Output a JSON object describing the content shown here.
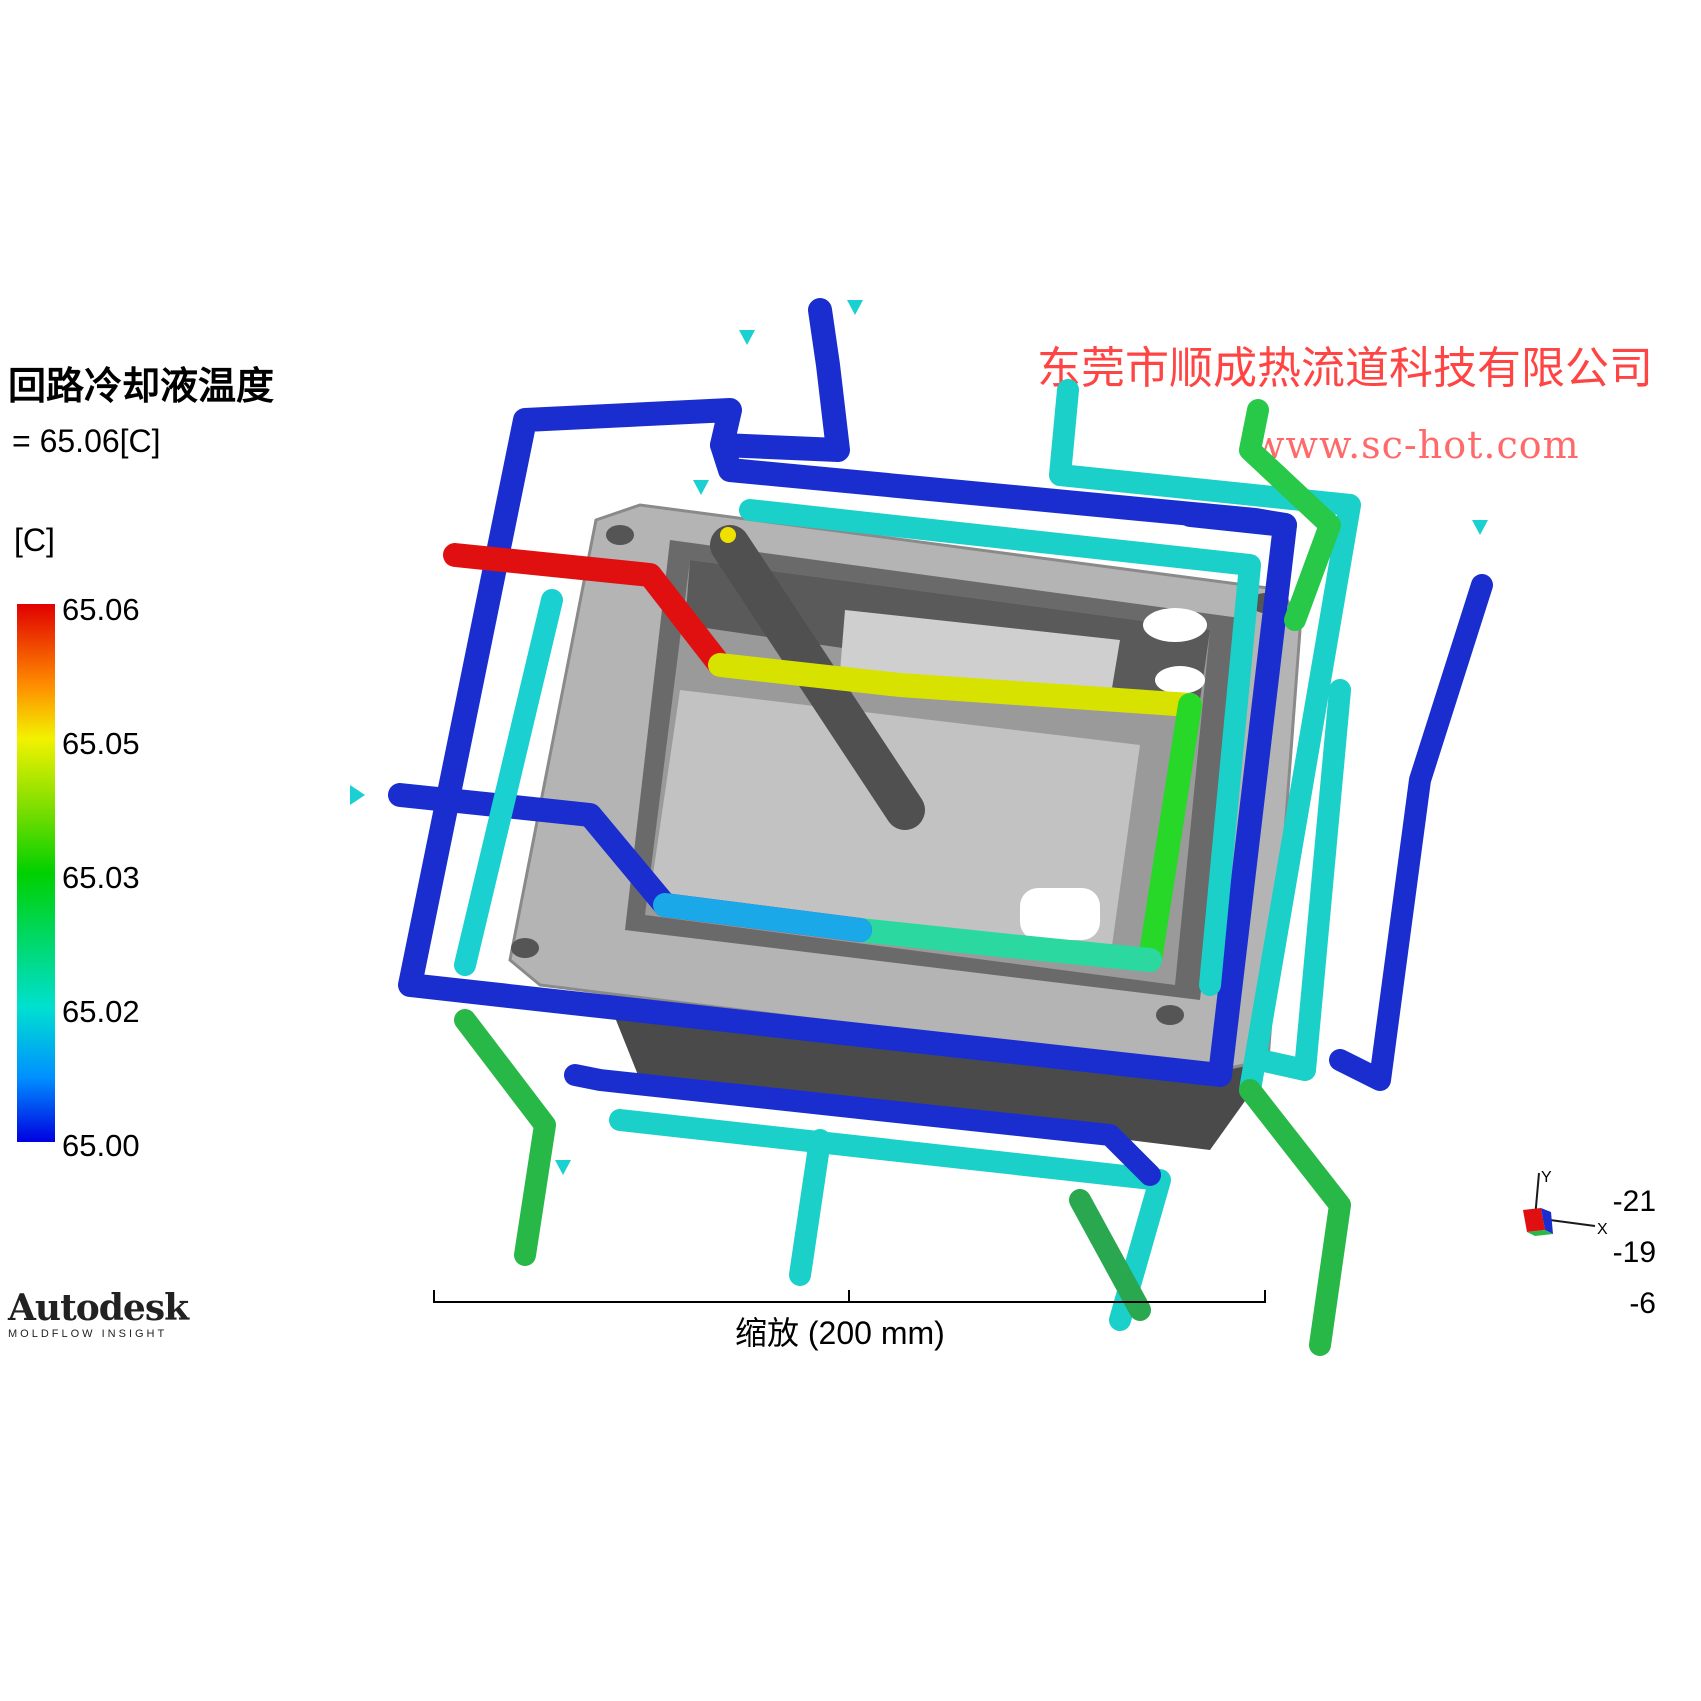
{
  "result": {
    "title": "回路冷却液温度",
    "value": "= 65.06[C]",
    "unit": "[C]"
  },
  "colorbar": {
    "ticks": [
      "65.06",
      "65.05",
      "65.03",
      "65.02",
      "65.00"
    ],
    "colors": [
      "#e00000",
      "#ff8c00",
      "#f2f200",
      "#00d000",
      "#00e0d0",
      "#0090ff",
      "#0000e0"
    ]
  },
  "watermark": {
    "company": "东莞市顺成热流道科技有限公司",
    "url": "www.sc-hot.com"
  },
  "logo": {
    "brand": "Autodesk",
    "product": "MOLDFLOW INSIGHT"
  },
  "scale": {
    "label": "缩放 (200 mm)"
  },
  "view_orientation": {
    "values": [
      "-21",
      "-19",
      "-6"
    ],
    "axis_labels": [
      "Y",
      "X"
    ]
  }
}
